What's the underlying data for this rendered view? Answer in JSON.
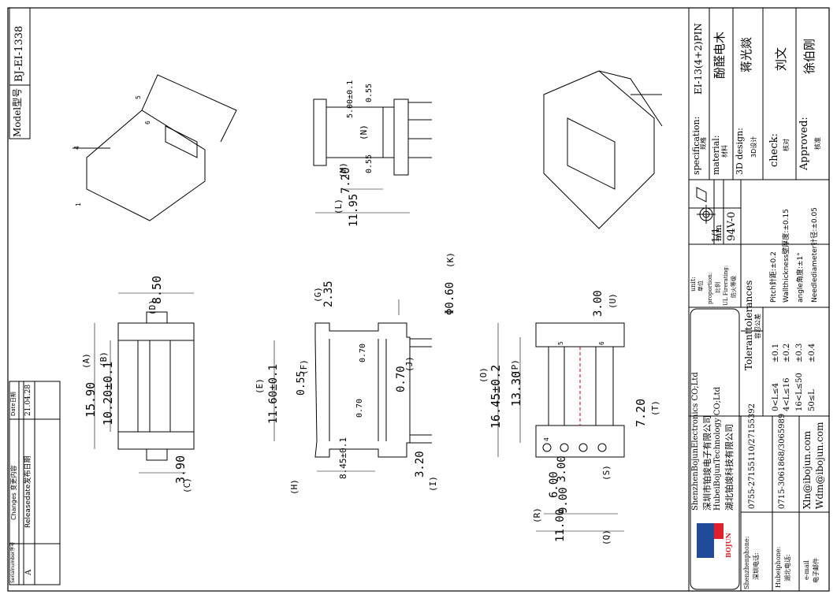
{
  "model": {
    "label": "Model型号",
    "value": "BJ-EI-1338"
  },
  "revision_table": {
    "headers": [
      "Serialnumber序号",
      "Changes 变更内容",
      "Date日期"
    ],
    "rows": [
      {
        "serial": "A",
        "change": "Releasedate发布日期",
        "date": "21.04.28"
      }
    ]
  },
  "title_block": {
    "spec_label": "specification:",
    "spec_label_cn": "规格",
    "spec_value": "EI-13(4+2)PIN",
    "material_label": "material:",
    "material_label_cn": "材料",
    "material_value": "酚醛电木",
    "design_label": "3D design:",
    "design_label_cn": "3D设计",
    "design_value": "蒋光燚",
    "check_label": "check:",
    "check_label_cn": "核对",
    "check_value": "刘文",
    "approved_label": "Approved:",
    "approved_label_cn": "核准",
    "approved_value": "徐伯刚",
    "unit_label": "unit:",
    "unit_label_cn": "单位",
    "unit_value": "mm",
    "proportion_label": "proportion:",
    "proportion_label_cn": "比例",
    "proportion_value": "1/1",
    "fire_label": "UL Firerating:",
    "fire_label_cn": "防火等级",
    "fire_value": "94V-0",
    "tolerance_title": "Toleranttolerances",
    "tolerance_title_cn": "容忍公差",
    "tolerances": [
      {
        "range": "0<L≤4",
        "value": "±0.1"
      },
      {
        "range": "4<L≤16",
        "value": "±0.2"
      },
      {
        "range": "16<L≤50",
        "value": "±0.3"
      },
      {
        "range": "50≤L",
        "value": "±0.4"
      }
    ],
    "notes": [
      "Pitch針距:±0.2",
      "Wallthickness壁厚度:±0.15",
      "angle角度:±1°",
      "Needlediameter针径:±0.05"
    ]
  },
  "company": {
    "logo_text": "BOJUN",
    "names": [
      "ShenzhenBojunElectronics CO;Ltd",
      "深圳市铂竣电子有限公司",
      "HubeiBojunTechnology CO;Ltd",
      "湖北铂竣科技有限公司"
    ],
    "shenzhen_label": "Shenzhenphone:",
    "shenzhen_label_cn": "深圳电话:",
    "shenzhen_phone": "0755-27155110/27155392",
    "hubei_label": "Hubeiphone:",
    "hubei_label_cn": "湖北电话:",
    "hubei_phone": "0715-3061868/3065989",
    "email_label": "e-mail",
    "email_label_cn": "电子邮件",
    "emails": [
      "Xln@ibojun.com",
      "Wdm@ibojun.com"
    ]
  },
  "dimensions": {
    "front": [
      "15.90",
      "(A)",
      "10.20±0.1",
      "(B)",
      "8.50",
      "(D)",
      "3.90",
      "(C)"
    ],
    "side": [
      "11.60±0.1",
      "(E)",
      "0.55",
      "(F)",
      "2.35",
      "(G)",
      "0.70",
      "0.70",
      "(J)",
      "0.70",
      "8.45±0.1",
      "(H)",
      "3.20",
      "(I)",
      "Φ0.60",
      "(K)"
    ],
    "top": [
      "5.00±0.1",
      "0.55",
      "(N)",
      "0.55",
      "(M)",
      "7.20",
      "(L)",
      "11.95"
    ],
    "end": [
      "3.00",
      "(U)",
      "16.45±0.2",
      "(O)",
      "13.30",
      "(P)",
      "7.20",
      "(T)",
      "3.00",
      "(S)",
      "6.00",
      "9.00",
      "(R)",
      "11.00",
      "(Q)"
    ],
    "pins": [
      "1",
      "4",
      "5",
      "6",
      "4",
      "5",
      "6"
    ]
  }
}
